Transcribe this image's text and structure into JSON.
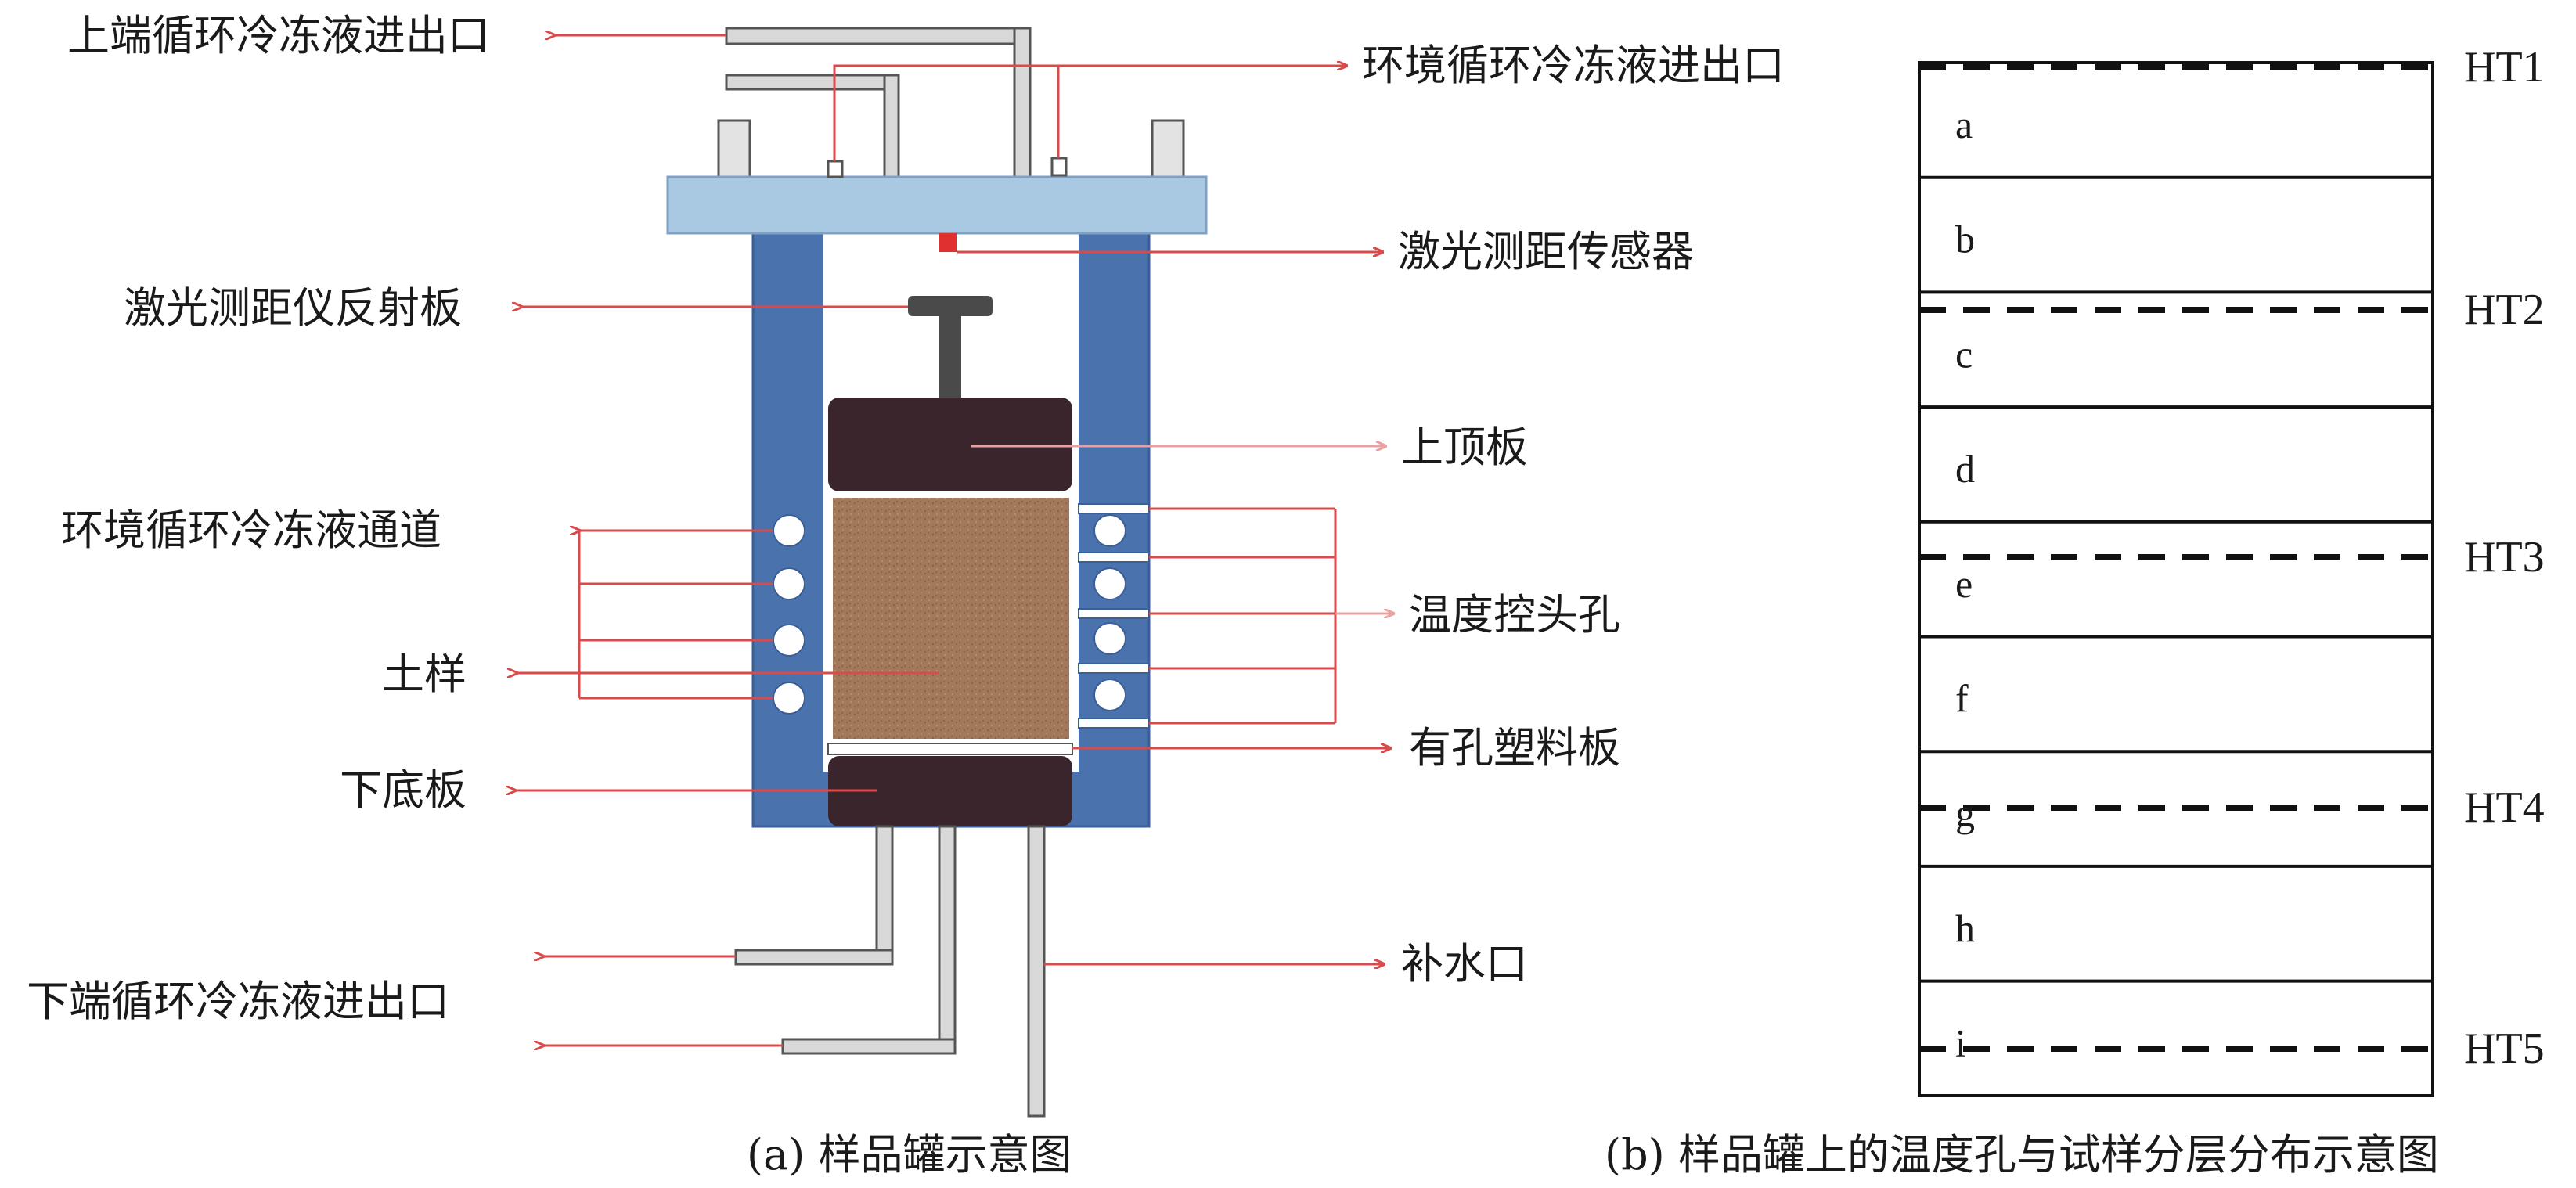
{
  "panel_a": {
    "labels": {
      "top_coolant_port": "上端循环冷冻液进出口",
      "env_coolant_port": "环境循环冷冻液进出口",
      "laser_sensor": "激光测距传感器",
      "laser_reflector": "激光测距仪反射板",
      "top_plate": "上顶板",
      "env_coolant_channel": "环境循环冷冻液通道",
      "temp_probe_hole": "温度控头孔",
      "soil_sample": "土样",
      "perforated_plate": "有孔塑料板",
      "bottom_plate": "下底板",
      "water_inlet": "补水口",
      "bottom_coolant_port": "下端循环冷冻液进出口"
    },
    "caption": "(a) 样品罐示意图",
    "colors": {
      "tank_wall": "#4a72ad",
      "lid": "#a9c8e2",
      "plate": "#3a252c",
      "soil": "#a2795a",
      "leader_line": "#d94b4b",
      "pipe": "#d9d9d9"
    }
  },
  "panel_b": {
    "layers": [
      "a",
      "b",
      "c",
      "d",
      "e",
      "f",
      "g",
      "h",
      "i"
    ],
    "sensors": [
      "HT1",
      "HT2",
      "HT3",
      "HT4",
      "HT5"
    ],
    "caption": "(b) 样品罐上的温度孔与试样分层分布示意图"
  }
}
